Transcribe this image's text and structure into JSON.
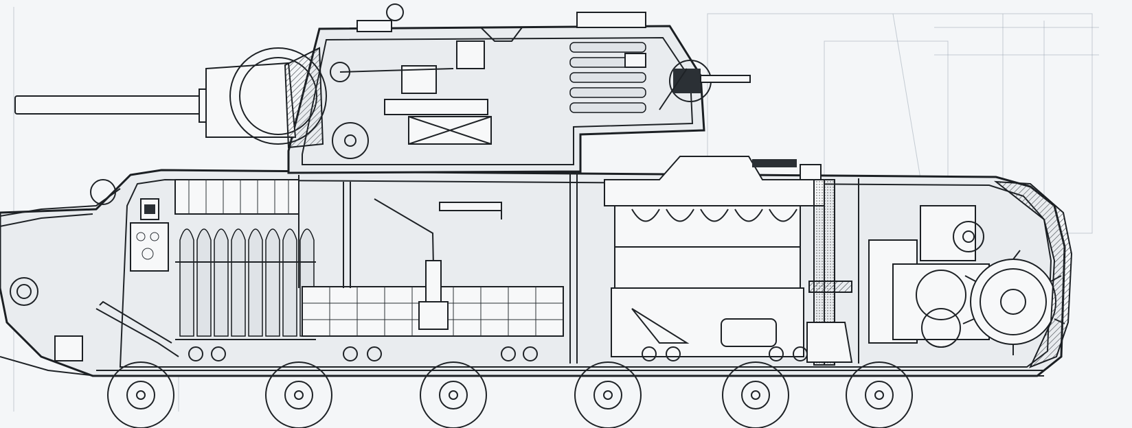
{
  "drawing": {
    "subject": "tank-cutaway-side-view",
    "colors": {
      "line": "#1e2226",
      "paper": "#f4f6f8",
      "fill": "#e9ecef",
      "ghost": "#9aa6b2"
    },
    "road_wheel_count": 6,
    "ammo_rack_shells": 8
  }
}
